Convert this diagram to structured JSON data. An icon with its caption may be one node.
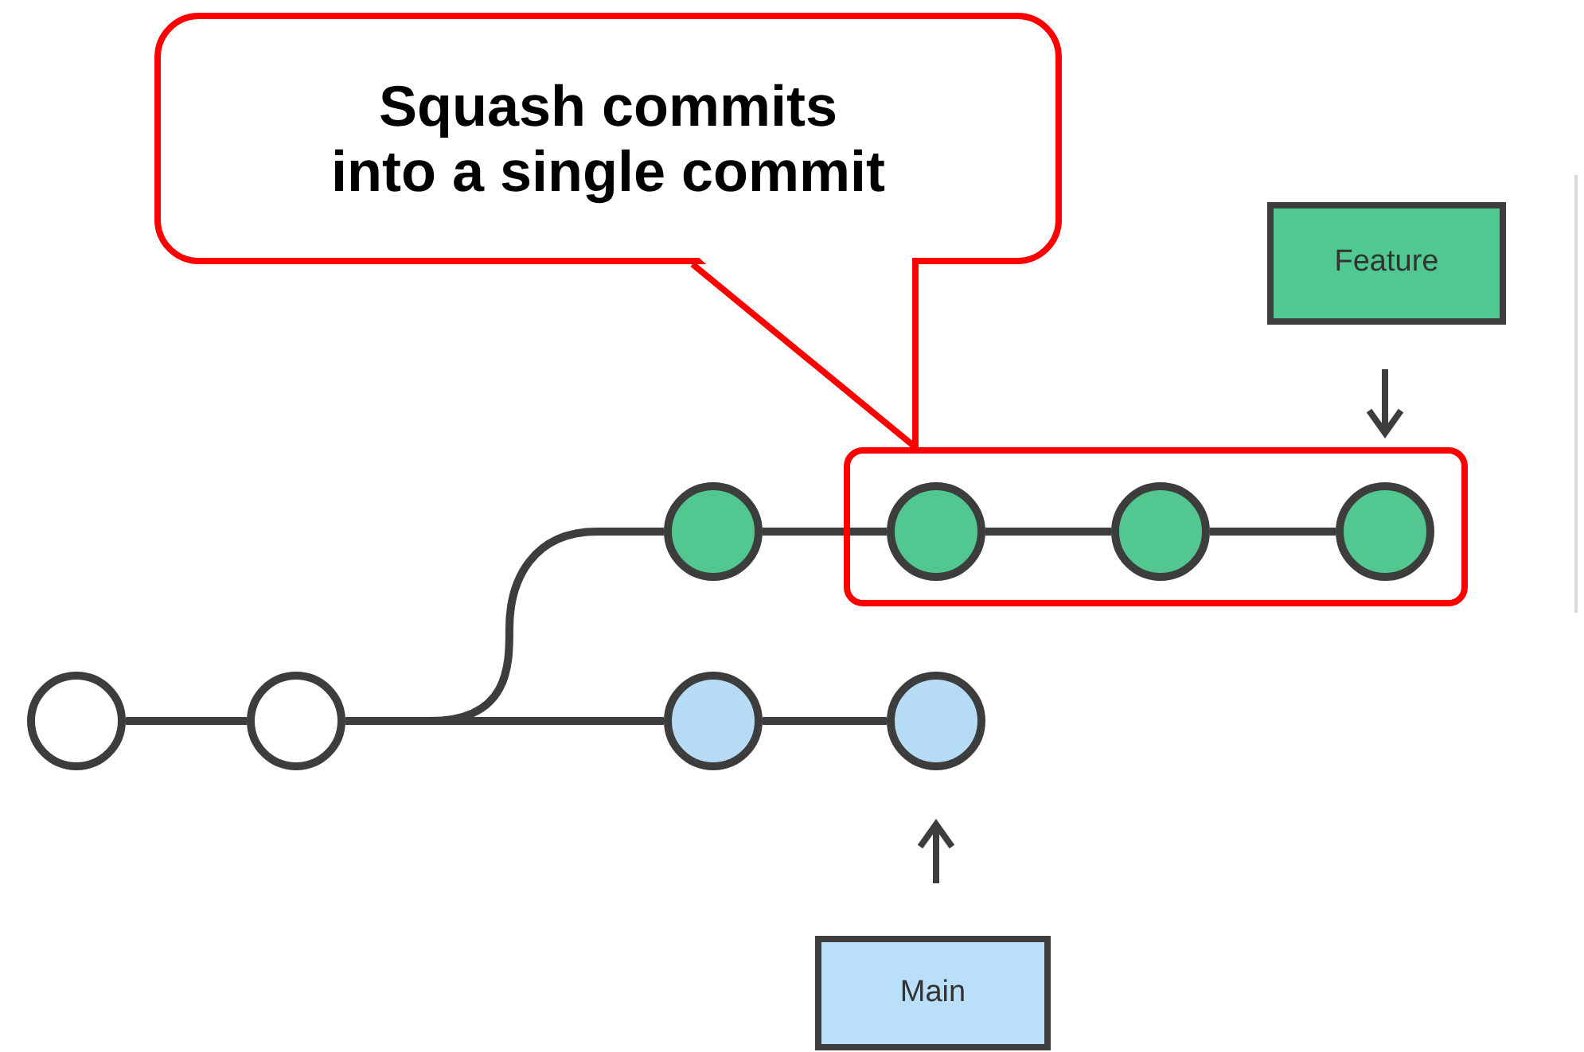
{
  "diagram": {
    "nodes": [
      {
        "text": [
          "Squash commits into a single commit"
        ]
      },
      {
        "text": [
          "Feature"
        ]
      },
      {
        "text": [],
        "shape": "box"
      },
      {
        "text": [],
        "shape": "circle"
      },
      {
        "text": [],
        "shape": "circle"
      },
      {
        "text": [],
        "shape": "circle"
      },
      {
        "text": [],
        "shape": "circle",
        "in": 2
      },
      {
        "text": [],
        "shape": "circle",
        "in": 2
      },
      {
        "text": [],
        "shape": "circle",
        "in": 2
      },
      {
        "text": [],
        "shape": "circle"
      },
      {
        "text": [],
        "shape": "circle"
      },
      {
        "text": [
          "Main"
        ]
      }
    ],
    "edges": [
      {
        "from": 0,
        "to": 2,
        "arrow": "none",
        "color": "#ff0000"
      },
      {
        "from": 1,
        "to": 8,
        "arrow": "to"
      },
      {
        "from": 3,
        "to": 4,
        "arrow": "none"
      },
      {
        "from": 4,
        "to": 5,
        "arrow": "none"
      },
      {
        "from": 5,
        "to": 6,
        "arrow": "none"
      },
      {
        "from": 6,
        "to": 7,
        "arrow": "none"
      },
      {
        "from": 7,
        "to": 8,
        "arrow": "none"
      },
      {
        "from": 4,
        "to": 9,
        "arrow": "none"
      },
      {
        "from": 9,
        "to": 10,
        "arrow": "none"
      },
      {
        "from": 11,
        "to": 10,
        "arrow": "to"
      }
    ]
  }
}
